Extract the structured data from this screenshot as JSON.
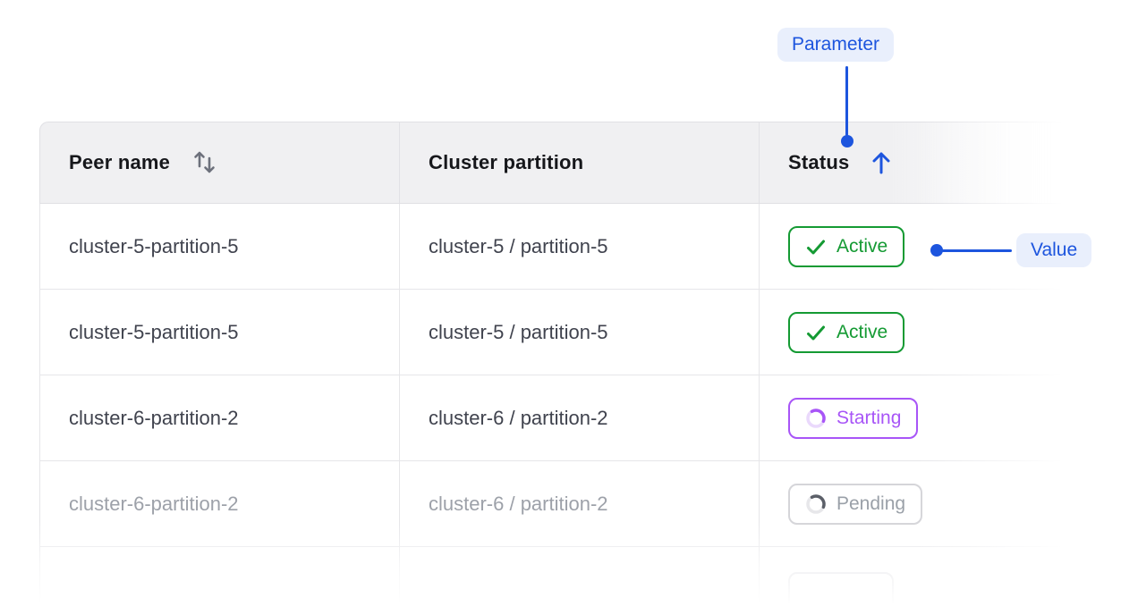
{
  "annotations": {
    "parameter": {
      "label": "Parameter"
    },
    "value": {
      "label": "Value"
    },
    "accent_color": "#1d55de",
    "chip_bg": "#e9effc"
  },
  "table": {
    "columns": [
      {
        "id": "peer_name",
        "label": "Peer name",
        "sort": "sortable"
      },
      {
        "id": "cluster_partition",
        "label": "Cluster partition",
        "sort": "none"
      },
      {
        "id": "status",
        "label": "Status",
        "sort": "asc"
      }
    ],
    "rows": [
      {
        "peer_name": "cluster-5-partition-5",
        "cluster_partition": "cluster-5 / partition-5",
        "status": "Active",
        "status_state": "active",
        "muted": false
      },
      {
        "peer_name": "cluster-5-partition-5",
        "cluster_partition": "cluster-5 / partition-5",
        "status": "Active",
        "status_state": "active",
        "muted": false
      },
      {
        "peer_name": "cluster-6-partition-2",
        "cluster_partition": "cluster-6 / partition-2",
        "status": "Starting",
        "status_state": "starting",
        "muted": false
      },
      {
        "peer_name": "cluster-6-partition-2",
        "cluster_partition": "cluster-6 / partition-2",
        "status": "Pending",
        "status_state": "pending",
        "muted": true
      }
    ]
  },
  "status_colors": {
    "active": "#149a33",
    "starting": "#a855f7",
    "pending": "#9aa0a8"
  }
}
